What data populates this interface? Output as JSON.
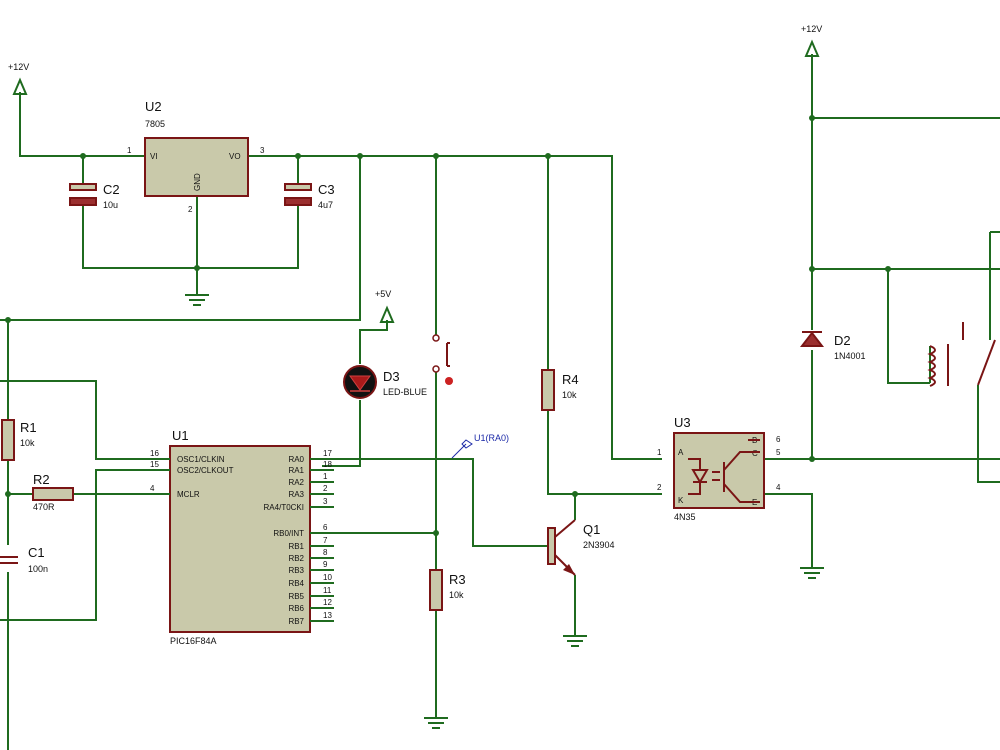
{
  "power": {
    "vcc12_left": "+12V",
    "vcc12_right": "+12V",
    "vcc5": "+5V"
  },
  "components": {
    "U2": {
      "ref": "U2",
      "value": "7805",
      "pin_vi": "VI",
      "pin_vo": "VO",
      "pin_gnd": "GND",
      "p1": "1",
      "p2": "2",
      "p3": "3"
    },
    "C2": {
      "ref": "C2",
      "value": "10u"
    },
    "C3": {
      "ref": "C3",
      "value": "4u7"
    },
    "R1": {
      "ref": "R1",
      "value": "10k"
    },
    "R2": {
      "ref": "R2",
      "value": "470R"
    },
    "C1": {
      "ref": "C1",
      "value": "100n"
    },
    "D3": {
      "ref": "D3",
      "value": "LED-BLUE"
    },
    "R4": {
      "ref": "R4",
      "value": "10k"
    },
    "R3": {
      "ref": "R3",
      "value": "10k"
    },
    "Q1": {
      "ref": "Q1",
      "value": "2N3904"
    },
    "D2": {
      "ref": "D2",
      "value": "1N4001"
    },
    "U1": {
      "ref": "U1",
      "value": "PIC16F84A",
      "left_pins": [
        {
          "name": "OSC1/CLKIN",
          "num": "16"
        },
        {
          "name": "OSC2/CLKOUT",
          "num": "15"
        },
        {
          "name": "MCLR",
          "num": "4"
        }
      ],
      "right_pins": [
        {
          "name": "RA0",
          "num": "17"
        },
        {
          "name": "RA1",
          "num": "18"
        },
        {
          "name": "RA2",
          "num": "1"
        },
        {
          "name": "RA3",
          "num": "2"
        },
        {
          "name": "RA4/T0CKI",
          "num": "3"
        },
        {
          "name": "RB0/INT",
          "num": "6"
        },
        {
          "name": "RB1",
          "num": "7"
        },
        {
          "name": "RB2",
          "num": "8"
        },
        {
          "name": "RB3",
          "num": "9"
        },
        {
          "name": "RB4",
          "num": "10"
        },
        {
          "name": "RB5",
          "num": "11"
        },
        {
          "name": "RB6",
          "num": "12"
        },
        {
          "name": "RB7",
          "num": "13"
        }
      ]
    },
    "U3": {
      "ref": "U3",
      "value": "4N35",
      "pin_a": "A",
      "pin_k": "K",
      "pin_b": "B",
      "pin_c": "C",
      "pin_e": "E",
      "p1": "1",
      "p2": "2",
      "p4": "4",
      "p5": "5",
      "p6": "6"
    }
  },
  "probe": {
    "label": "U1(RA0)"
  },
  "colors": {
    "wire": "#1f6b1f",
    "outline": "#7a1515",
    "chip_fill": "#c9c9aa",
    "probe": "#1c2aa8"
  }
}
